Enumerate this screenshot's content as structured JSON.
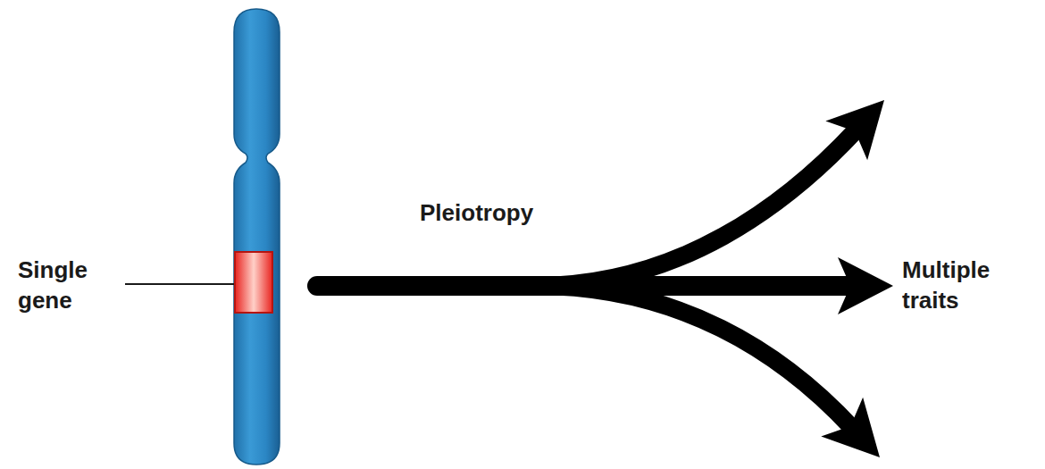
{
  "diagram": {
    "labels": [
      "Single gene",
      "Pleiotropy",
      "Multiple traits"
    ]
  }
}
